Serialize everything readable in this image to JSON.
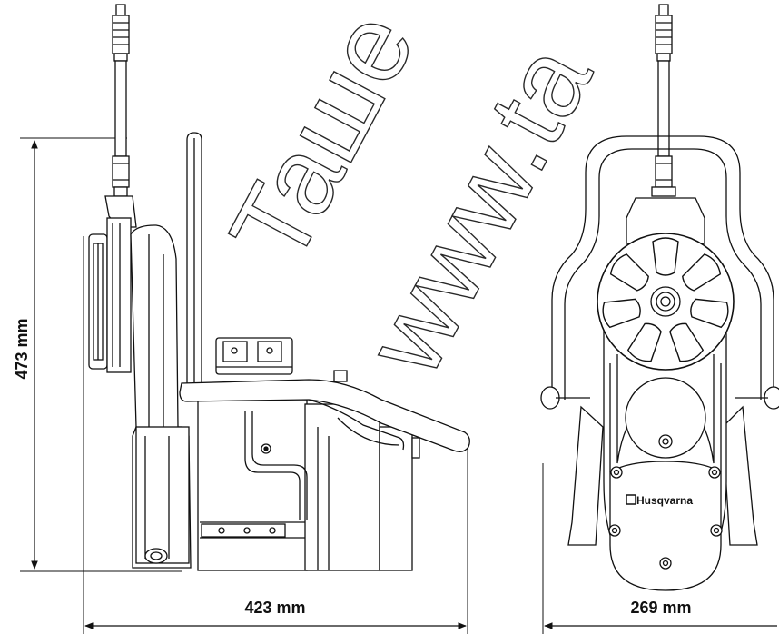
{
  "dimensions": {
    "height_label": "473 mm",
    "side_width_label": "423 mm",
    "front_width_label": "269 mm"
  },
  "brand": {
    "logo_text": "Husqvarna"
  },
  "watermark": {
    "text_1": "Taшe",
    "text_2": "www.ta"
  },
  "colors": {
    "ink": "#111111",
    "background": "#ffffff"
  }
}
